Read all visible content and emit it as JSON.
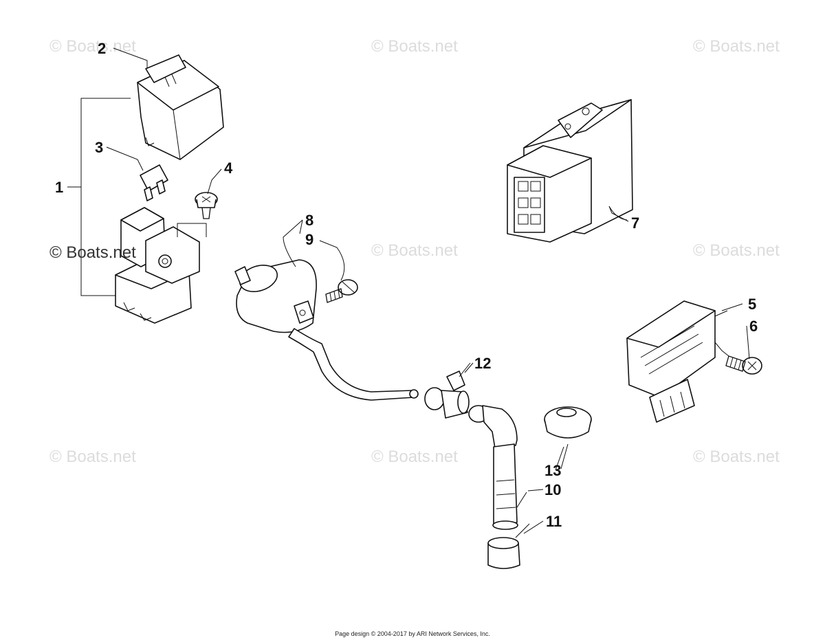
{
  "watermarks": {
    "text": "© Boats.net",
    "strong_text": "© Boats.net"
  },
  "callouts": [
    "1",
    "2",
    "3",
    "4",
    "5",
    "6",
    "7",
    "8",
    "9",
    "10",
    "11",
    "12",
    "13"
  ],
  "footer": "Page design © 2004-2017 by ARI Network Services, Inc.",
  "colors": {
    "line": "#111111",
    "watermark": "#dcdcdc",
    "background": "#ffffff"
  }
}
